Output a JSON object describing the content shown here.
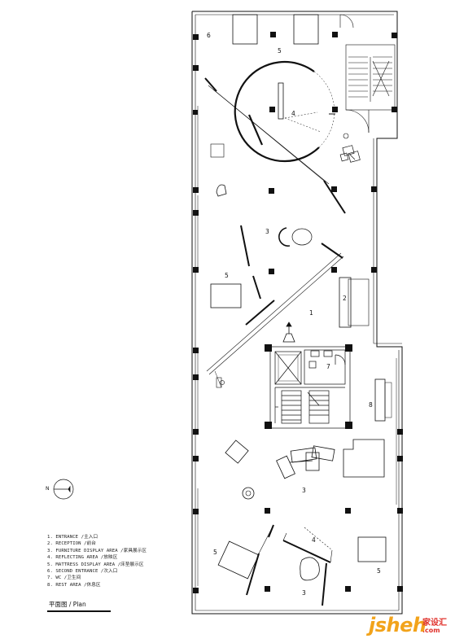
{
  "room_numbers": {
    "n1": "1",
    "n2": "2",
    "n3a": "3",
    "n3b": "3",
    "n3c": "3",
    "n4a": "4",
    "n4b": "4",
    "n5a": "5",
    "n5b": "5",
    "n5c": "5",
    "n5d": "5",
    "n6": "6",
    "n7": "7",
    "n8": "8"
  },
  "legend": {
    "items": [
      "1. ENTRANCE /主入口",
      "2. RECEPTION /前台",
      "3. FURNITURE DISPLAY AREA /家具展示区",
      "4. REFLECTING AREA /放映区",
      "5. MATTRESS DISPLAY AREA /床垫展示区",
      "6. SECOND ENTRANCE /次入口",
      "7. WC /卫生间",
      "8. REST AREA /休息区"
    ]
  },
  "north_label": "N",
  "caption": "平面图 / Plan",
  "brand": {
    "main": "jsheh",
    "sub": "家设汇",
    "com": ".com"
  },
  "colors": {
    "line": "#111111",
    "brand_orange": "#f2a31b",
    "brand_red": "#e0312b"
  }
}
